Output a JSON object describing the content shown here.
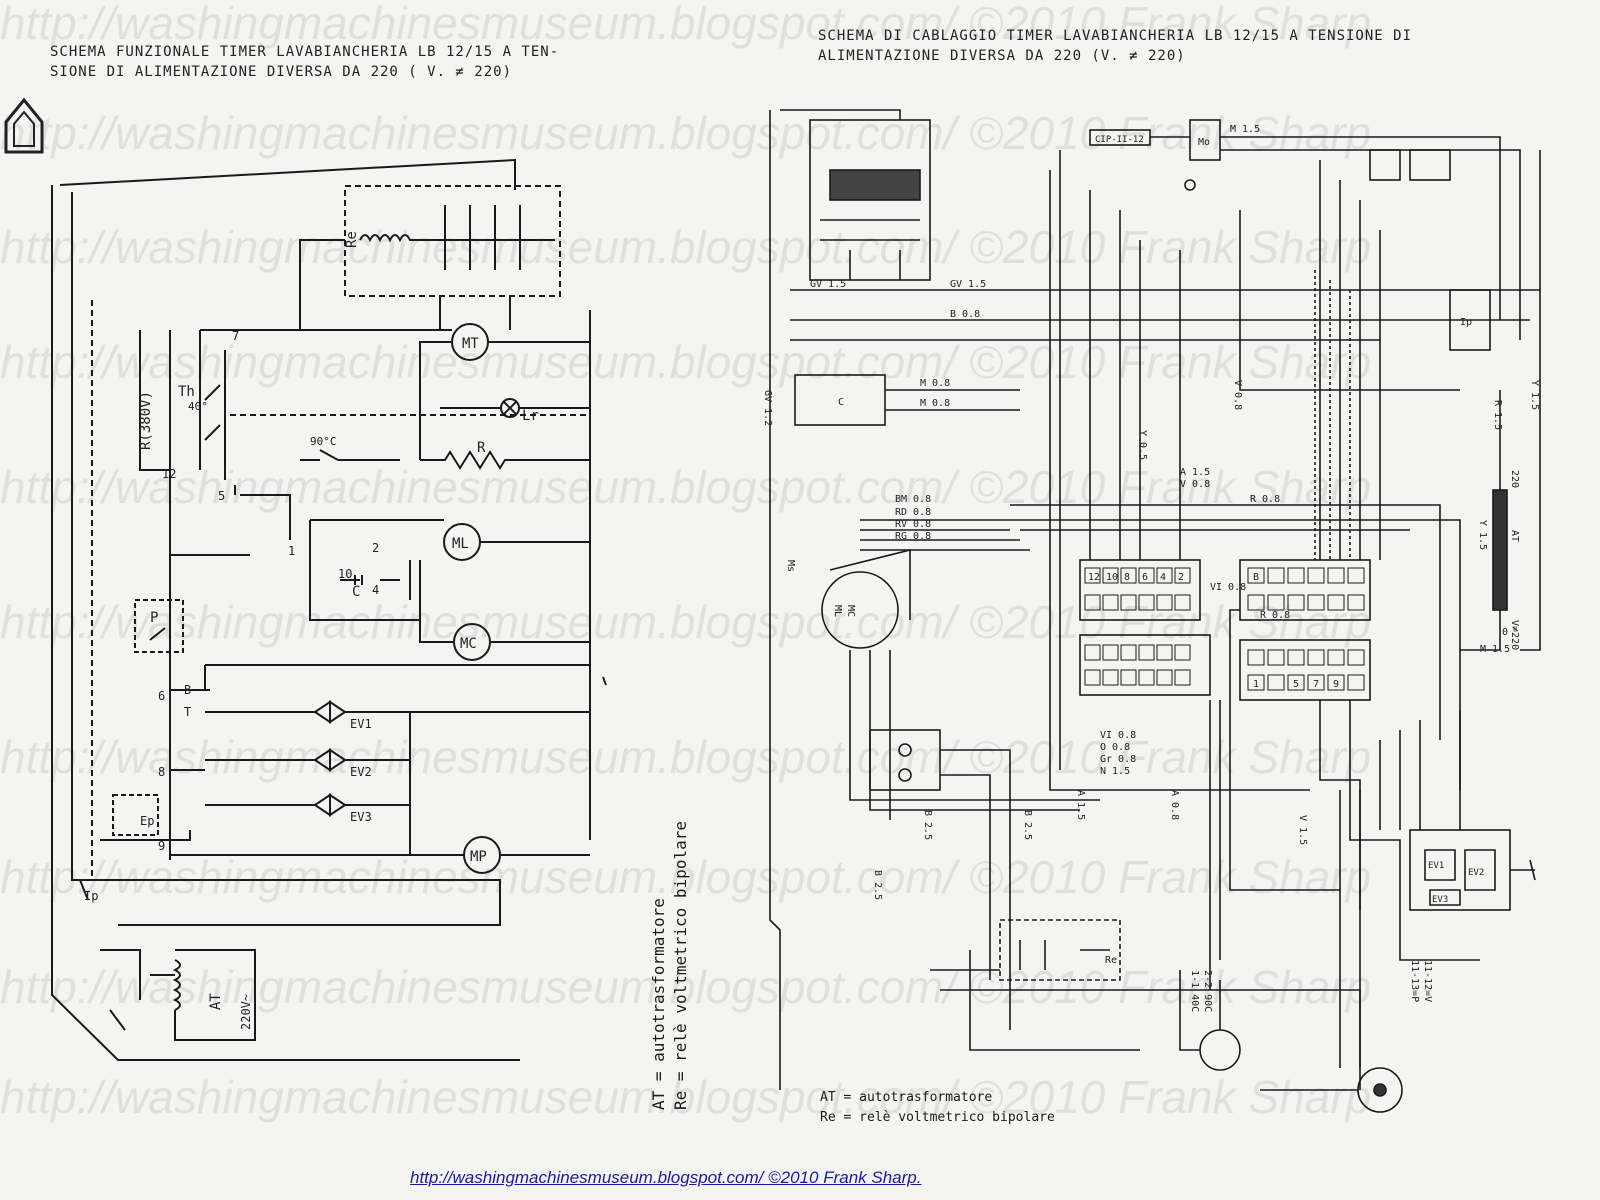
{
  "left_title": {
    "line1": "SCHEMA FUNZIONALE TIMER LAVABIANCHERIA LB 12/15 A TEN-",
    "line2": "SIONE DI ALIMENTAZIONE DIVERSA DA 220 ( V. ≠ 220)"
  },
  "right_title": {
    "line1": "SCHEMA DI CABLAGGIO TIMER LAVABIANCHERIA LB 12/15 A TENSIONE DI",
    "line2": "ALIMENTAZIONE DIVERSA DA 220 (V. ≠ 220)"
  },
  "watermark": "http://washingmachinesmuseum.blogspot.com/  ©2010 Frank Sharp",
  "legend": {
    "at": "AT = autotrasformatore",
    "re": "Re = relè voltmetrico bipolare"
  },
  "footer_link": "http://washingmachinesmuseum.blogspot.com/  ©2010 Frank Sharp.",
  "functional_labels": {
    "re": "Re",
    "mt": "MT",
    "lr": "Lr",
    "r": "R",
    "th": "Th",
    "r380": "R(380V)",
    "t40": "40°",
    "t90": "90°C",
    "ml": "ML",
    "mc": "MC",
    "mp": "MP",
    "p": "P",
    "c": "C",
    "ev1": "EV1",
    "ev2": "EV2",
    "ev3": "EV3",
    "ep": "Ep",
    "ip": "Ip",
    "at": "AT",
    "v220": "220V~",
    "n7": "7",
    "n12": "12",
    "n5": "5",
    "n1": "1",
    "n2": "2",
    "n10": "10",
    "n4": "4",
    "n6": "6",
    "n8": "8",
    "n9": "9",
    "t": "T",
    "b": "B"
  },
  "wiring_labels": {
    "gv15": "GV 1.5",
    "gv15b": "GV 1.5",
    "bo8": "B 0.8",
    "gv12": "GV 1.2",
    "m08a": "M 0.8",
    "m08b": "M 0.8",
    "y05": "Y 0.5",
    "v08": "V 0.8",
    "a15": "A 1.5",
    "vo8": "V 0.8",
    "bm08": "BM 0.8",
    "rd08": "RD 0.8",
    "rv08": "RV 0.8",
    "rg08": "RG 0.8",
    "ro8": "R 0.8",
    "ro8b": "R 0.8",
    "vi08": "VI 0.8",
    "vi08b": "VI 0.8",
    "o08": "O 0.8",
    "gr08": "Gr 0.8",
    "n15": "N 1.5",
    "b25": "B 2.5",
    "b25b": "B 2.5",
    "b25c": "B 2.5",
    "a15b": "A 1.5",
    "a08": "A 0.8",
    "m15": "M 1.5",
    "m15b": "M 1.5",
    "v15": "V 1.5",
    "r15": "R 1.5",
    "y15": "Y 1.5",
    "y15b": "Y 1.5",
    "at": "AT",
    "n220": "220",
    "v220": "V≠220",
    "ml": "ML",
    "mc": "MC",
    "c": "C",
    "re": "Re",
    "ms": "Ms",
    "ip": "Ip",
    "mo": "Mo",
    "ev1": "EV1",
    "ev2": "EV2",
    "ev3": "EV3",
    "th1": "2-2 90C",
    "th2": "1-1 40C",
    "th3": "11-12=V",
    "th4": "11-13=P",
    "ci": "CIP-II-12",
    "n12": "12",
    "n10": "10",
    "n8": "8",
    "n6": "6",
    "n4": "4",
    "n2": "2",
    "n1": "1",
    "n5": "5",
    "n7": "7",
    "n9": "9",
    "n0": "0",
    "bb": "B"
  }
}
